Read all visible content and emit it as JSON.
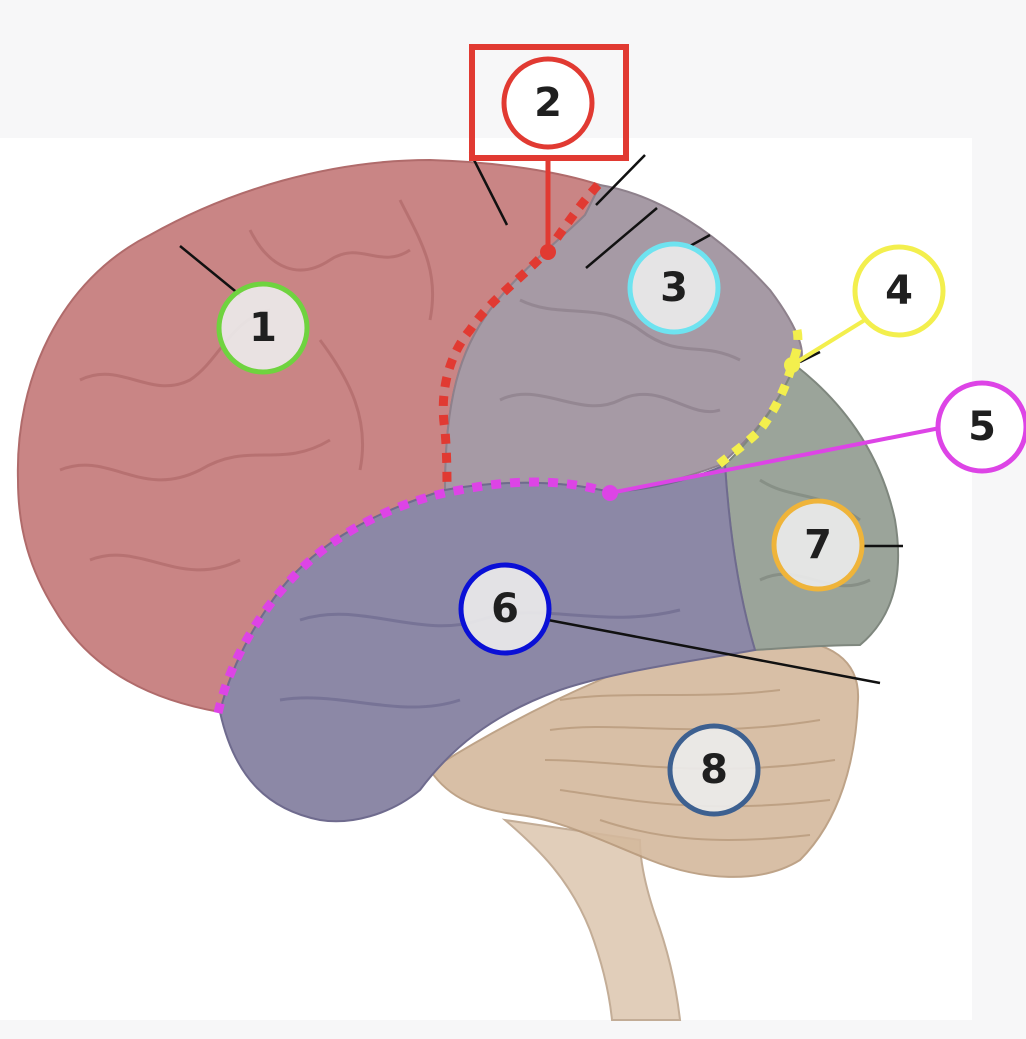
{
  "diagram": {
    "markers": [
      {
        "label": "1",
        "color": "#6fd33f"
      },
      {
        "label": "2",
        "color": "#e13a32"
      },
      {
        "label": "3",
        "color": "#6ee3f0"
      },
      {
        "label": "4",
        "color": "#f3ef4d"
      },
      {
        "label": "5",
        "color": "#dd44e6"
      },
      {
        "label": "6",
        "color": "#0a10d6"
      },
      {
        "label": "7",
        "color": "#efb43a"
      },
      {
        "label": "8",
        "color": "#3d6090"
      }
    ],
    "regions": {
      "frontal_color": "#c98585",
      "parietal_color": "#a69aa5",
      "temporal_color": "#8c88a6",
      "occipital_color": "#9ba49a",
      "cerebellum_color": "#d4b99d",
      "brainstem_color": "#dcc6ae"
    }
  }
}
